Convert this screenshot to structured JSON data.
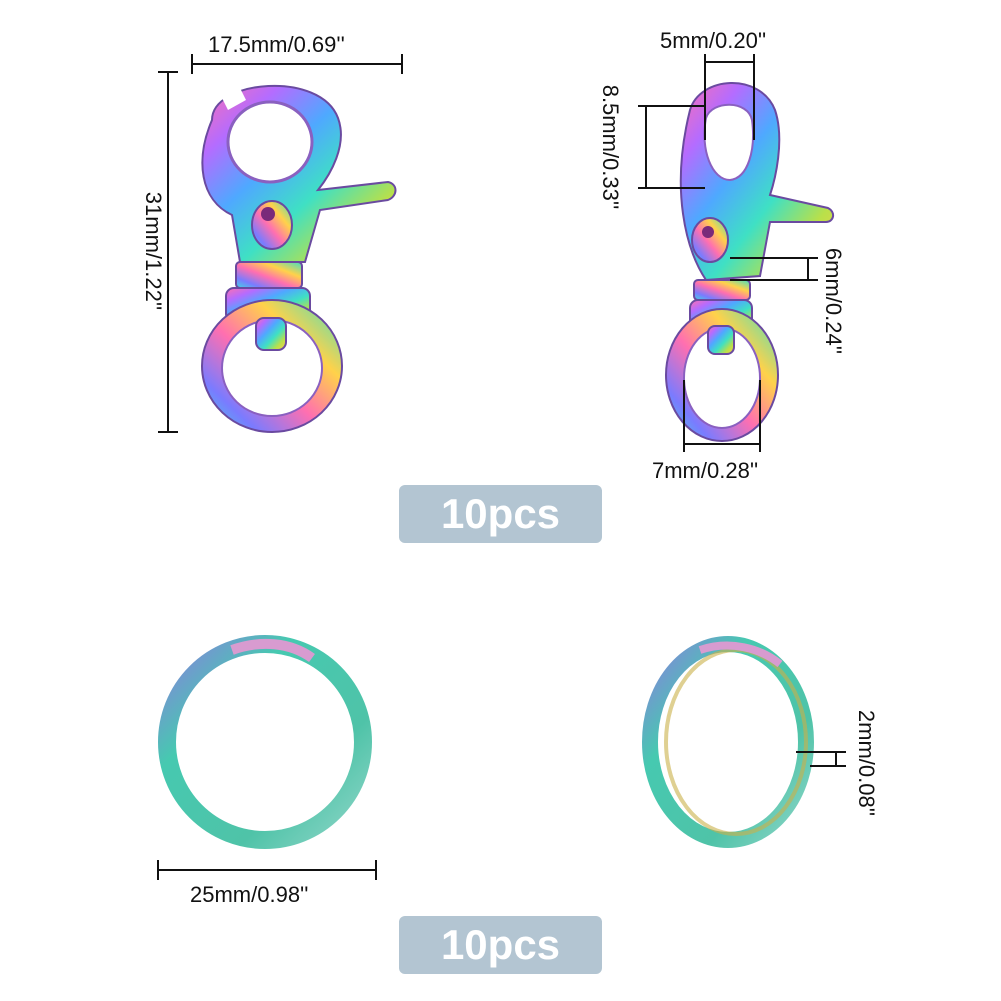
{
  "clasp": {
    "width_label": "17.5mm/0.69''",
    "height_label": "31mm/1.22''",
    "gap_label": "5mm/0.20''",
    "loop_height_label": "8.5mm/0.33''",
    "pin_label": "6mm/0.24''",
    "swivel_label": "7mm/0.28''",
    "quantity": "10pcs"
  },
  "ring": {
    "diameter_label": "25mm/0.98''",
    "thickness_label": "2mm/0.08''",
    "quantity": "10pcs"
  },
  "colors": {
    "badge": "#b3c5d2",
    "ring_teal": "#4fc3a8",
    "rainbow": [
      "#ff5fa2",
      "#b06bff",
      "#4fa8ff",
      "#43e0c0",
      "#b8e04a",
      "#ffd34a"
    ]
  }
}
